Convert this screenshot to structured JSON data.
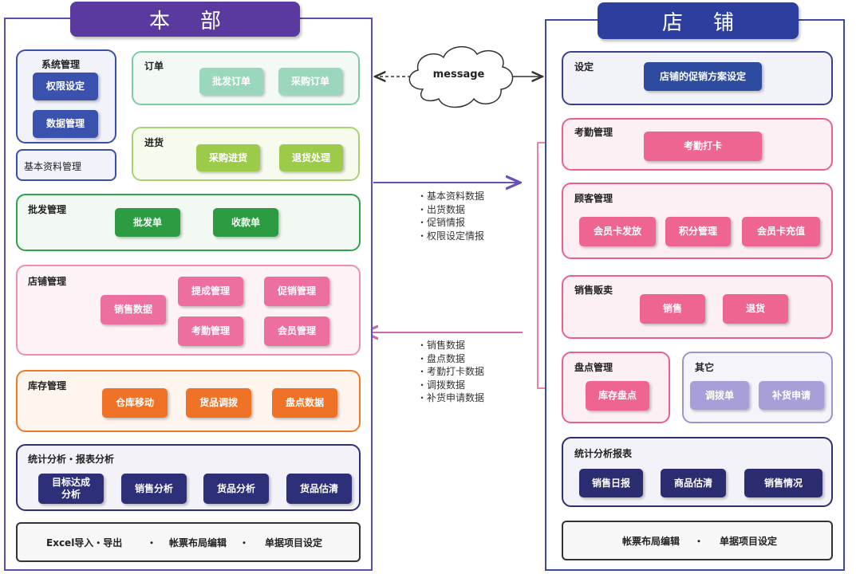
{
  "hq": {
    "title": "本部",
    "sys": {
      "label": "系统管理",
      "buttons": [
        "权限设定",
        "数据管理"
      ]
    },
    "basic": "基本资料管理",
    "order": {
      "label": "订单",
      "buttons": [
        "批发订单",
        "采购订单"
      ]
    },
    "purchase": {
      "label": "进货",
      "buttons": [
        "采购进货",
        "退货处理"
      ]
    },
    "wholesale": {
      "label": "批发管理",
      "buttons": [
        "批发单",
        "收款单"
      ]
    },
    "store_mgmt": {
      "label": "店铺管理",
      "buttons": [
        "销售数据",
        "提成管理",
        "促销管理",
        "考勤管理",
        "会员管理"
      ]
    },
    "inventory": {
      "label": "库存管理",
      "buttons": [
        "仓库移动",
        "货品调拨",
        "盘点数据"
      ]
    },
    "stats": {
      "label": "统计分析・报表分析",
      "buttons": [
        "目标达成\n分析",
        "销售分析",
        "货品分析",
        "货品估清"
      ]
    },
    "bottom": [
      "Excel导入・导出",
      "・",
      "帐票布局编辑",
      "・",
      "单据项目设定"
    ]
  },
  "cloud": {
    "label": "message"
  },
  "flow_to_store": [
    "基本资料数据",
    "出货数据",
    "促销情报",
    "权限设定情报"
  ],
  "flow_to_hq": [
    "销售数据",
    "盘点数据",
    "考勤打卡数据",
    "调拨数据",
    "补货申请数据"
  ],
  "store": {
    "title": "店铺",
    "settings": {
      "label": "设定",
      "buttons": [
        "店铺的促销方案设定"
      ]
    },
    "attendance": {
      "label": "考勤管理",
      "buttons": [
        "考勤打卡"
      ]
    },
    "customer": {
      "label": "顾客管理",
      "buttons": [
        "会员卡发放",
        "积分管理",
        "会员卡充值"
      ]
    },
    "sales": {
      "label": "销售贩卖",
      "buttons": [
        "销售",
        "退货"
      ]
    },
    "stocktake": {
      "label": "盘点管理",
      "buttons": [
        "库存盘点"
      ]
    },
    "other": {
      "label": "其它",
      "buttons": [
        "调拨单",
        "补货申请"
      ]
    },
    "stats": {
      "label": "统计分析报表",
      "buttons": [
        "销售日报",
        "商品估清",
        "销售情况"
      ]
    },
    "bottom": [
      "帐票布局编辑",
      "・",
      "单据项目设定"
    ]
  },
  "colors": {
    "hq_title": "#5b3aa0",
    "store_title": "#2c3e9e",
    "panel_border": "#5a4fb3"
  }
}
